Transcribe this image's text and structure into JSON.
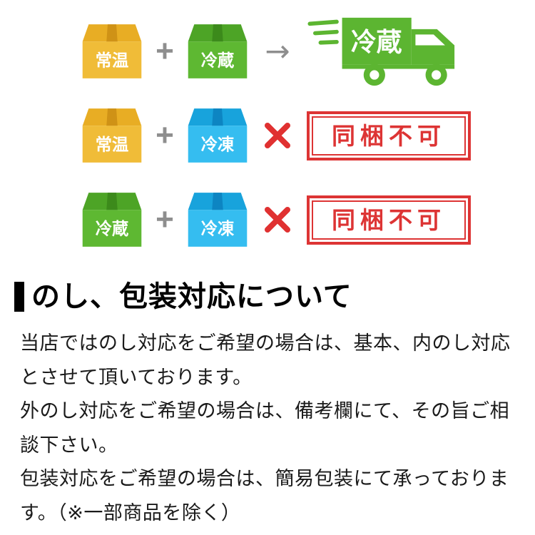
{
  "colors": {
    "ambient_box": "#f0bc38",
    "chilled_box": "#5eb832",
    "frozen_box": "#35bdf0",
    "truck_green": "#5cb531",
    "stamp_red": "#dd3434",
    "symbol_gray": "#8e8e8e"
  },
  "diagram": {
    "plus_symbol": "+",
    "arrow_symbol": "→",
    "rows": [
      {
        "box1": {
          "label": "常温"
        },
        "box2": {
          "label": "冷蔵"
        },
        "connector": "arrow",
        "result": "truck",
        "truck_label": "冷蔵"
      },
      {
        "box1": {
          "label": "常温"
        },
        "box2": {
          "label": "冷凍"
        },
        "connector": "cross",
        "result": "stamp",
        "stamp_label": "同梱不可"
      },
      {
        "box1": {
          "label": "冷蔵"
        },
        "box2": {
          "label": "冷凍"
        },
        "connector": "cross",
        "result": "stamp",
        "stamp_label": "同梱不可"
      }
    ]
  },
  "section": {
    "heading": "のし、包装対応について",
    "body": "当店ではのし対応をご希望の場合は、基本、内のし対応とさせて頂いております。\n外のし対応をご希望の場合は、備考欄にて、その旨ご相談下さい。\n包装対応をご希望の場合は、簡易包装にて承っております。（※一部商品を除く）"
  }
}
